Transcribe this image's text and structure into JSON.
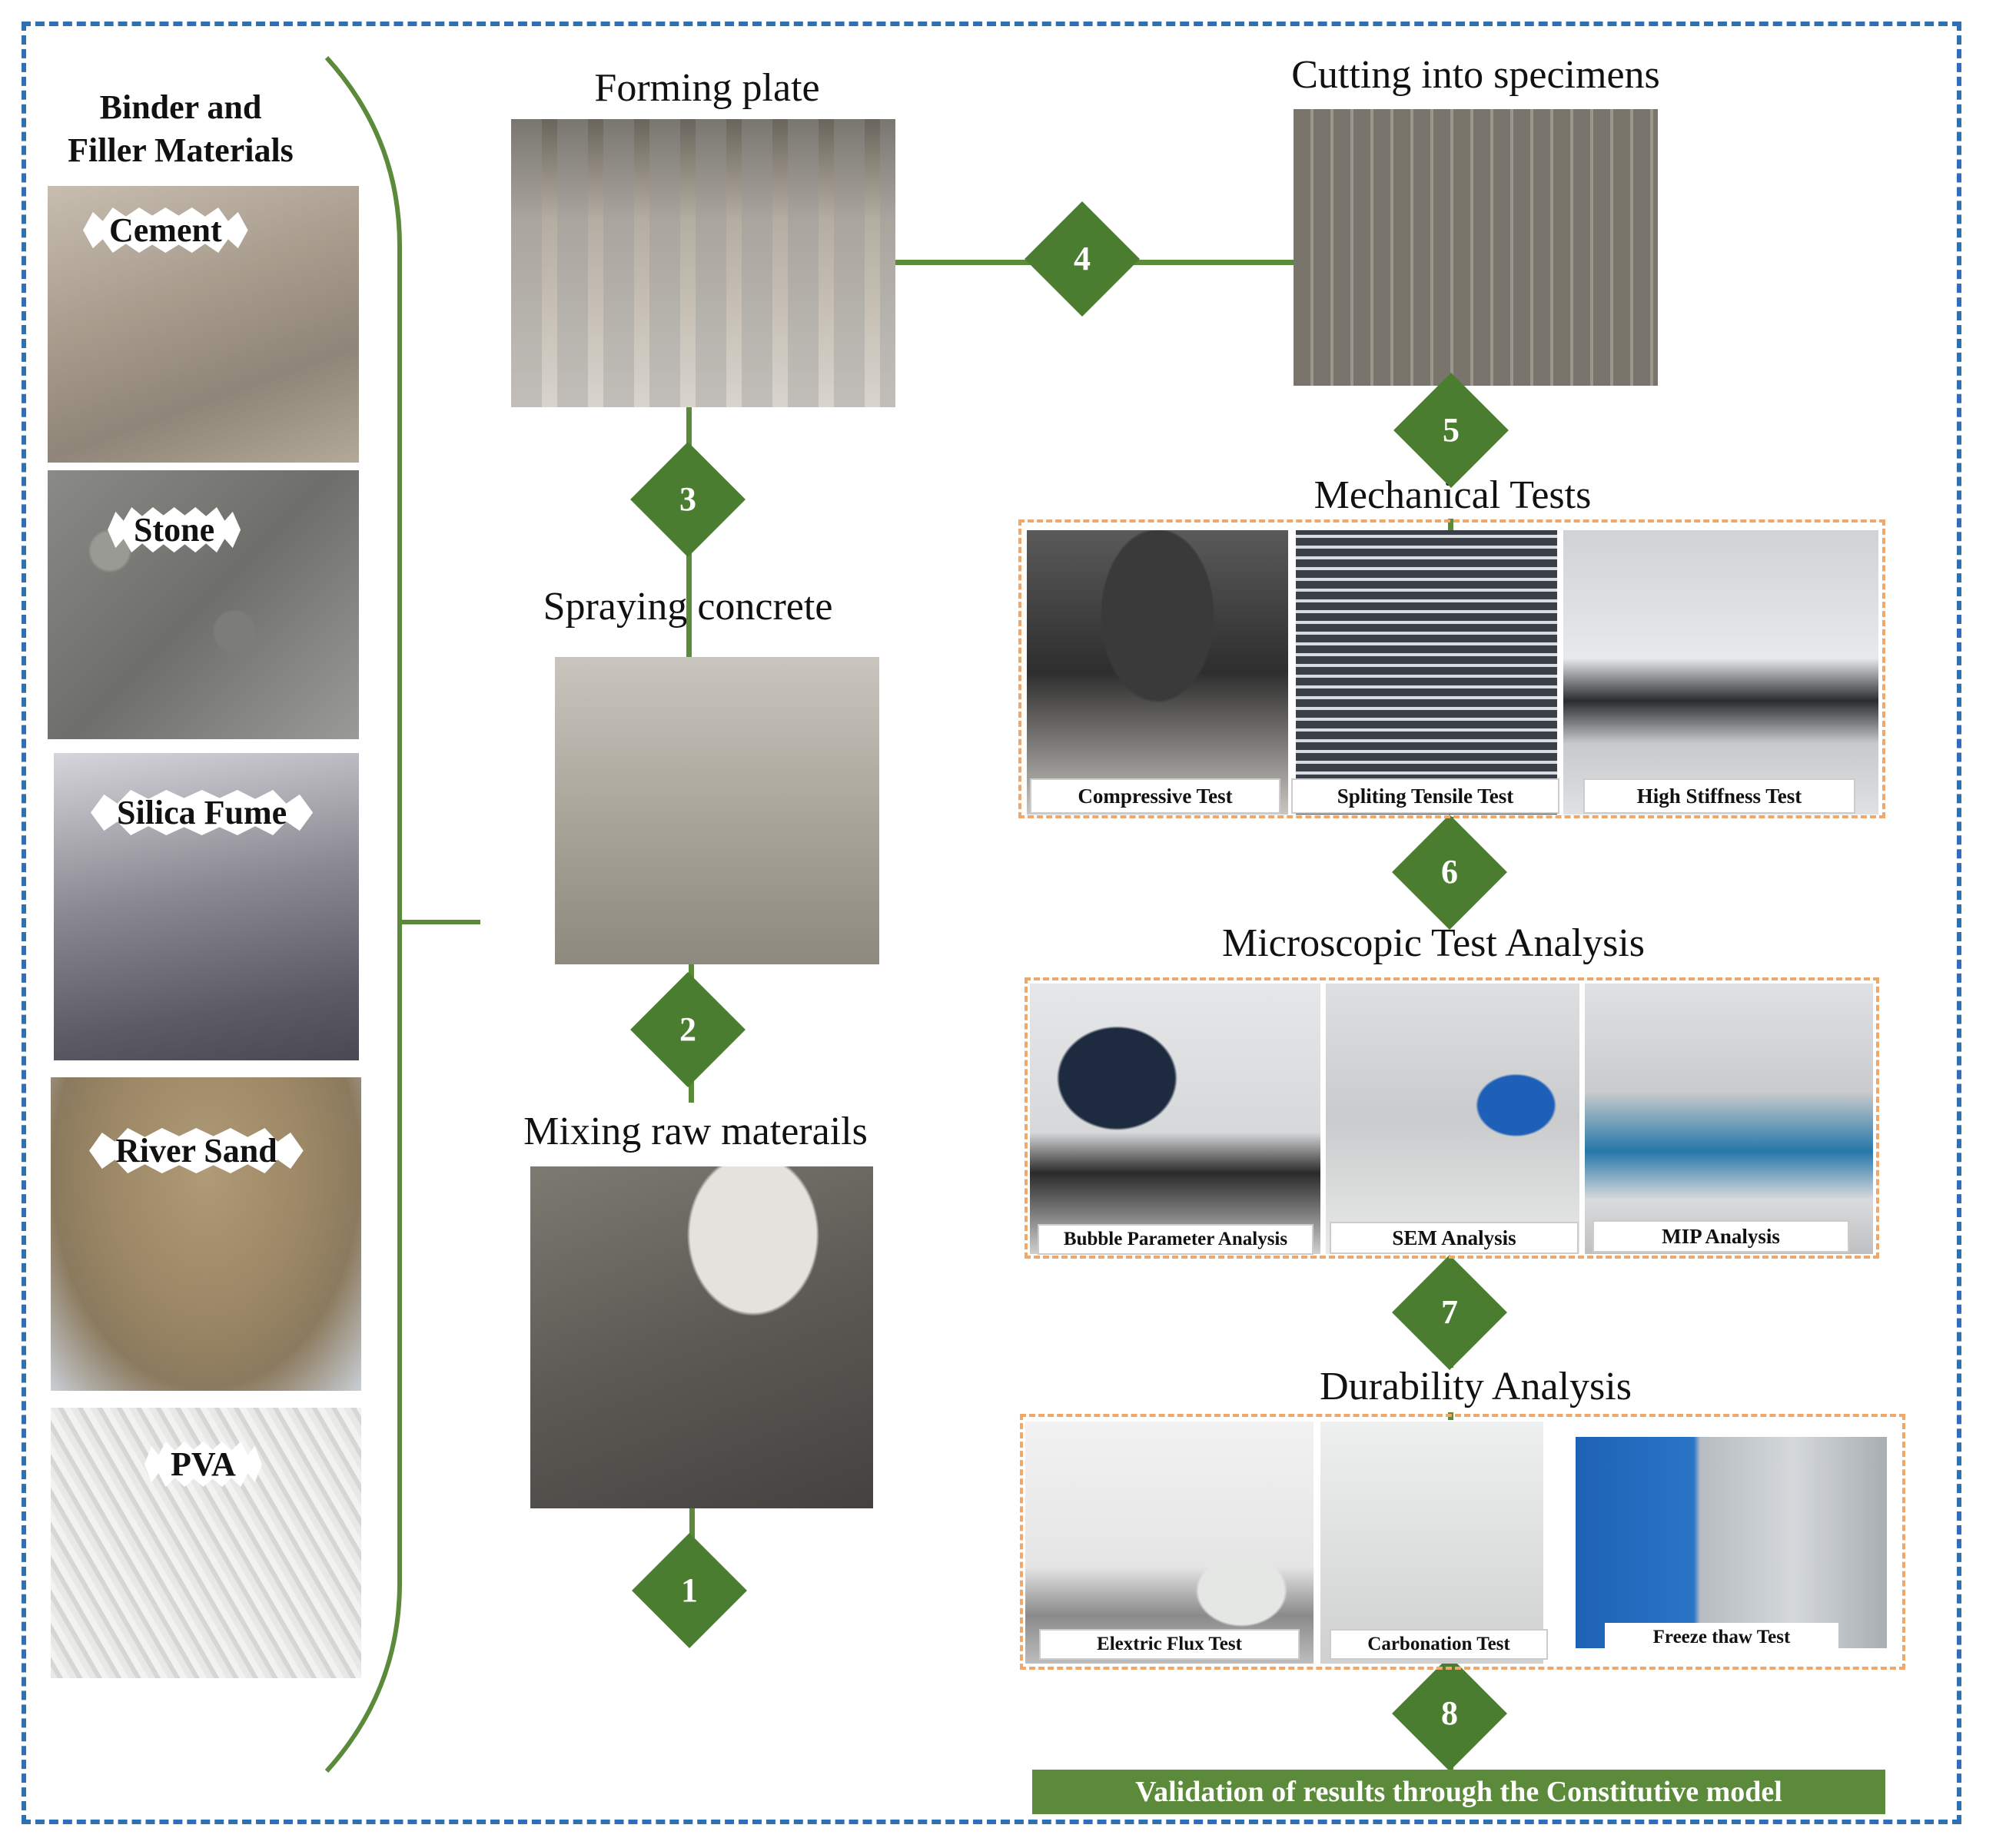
{
  "materials": {
    "title_line1": "Binder and",
    "title_line2": "Filler Materials",
    "items": [
      {
        "label": "Cement"
      },
      {
        "label": "Stone"
      },
      {
        "label": "Silica Fume"
      },
      {
        "label": "River Sand"
      },
      {
        "label": "PVA"
      }
    ]
  },
  "steps": {
    "forming_plate": "Forming plate",
    "cutting": "Cutting into specimens",
    "spraying": "Spraying concrete",
    "mixing": "Mixing raw materails",
    "mechanical": "Mechanical Tests",
    "microscopic": "Microscopic Test Analysis",
    "durability": "Durability Analysis"
  },
  "numbers": [
    "1",
    "2",
    "3",
    "4",
    "5",
    "6",
    "7",
    "8"
  ],
  "mechanical_tests": [
    "Compressive  Test",
    "Spliting Tensile Test",
    "High Stiffness Test"
  ],
  "microscopic_tests": [
    "Bubble Parameter Analysis",
    "SEM Analysis",
    "MIP Analysis"
  ],
  "durability_tests": [
    "Elextric Flux Test",
    "Carbonation Test",
    "Freeze thaw Test"
  ],
  "banner": "Validation of results  through the Constitutive model",
  "colors": {
    "frame": "#2f6fb6",
    "flow": "#5a8a3a",
    "diamond": "#4a7d2f",
    "test_box": "#f0a86a"
  }
}
